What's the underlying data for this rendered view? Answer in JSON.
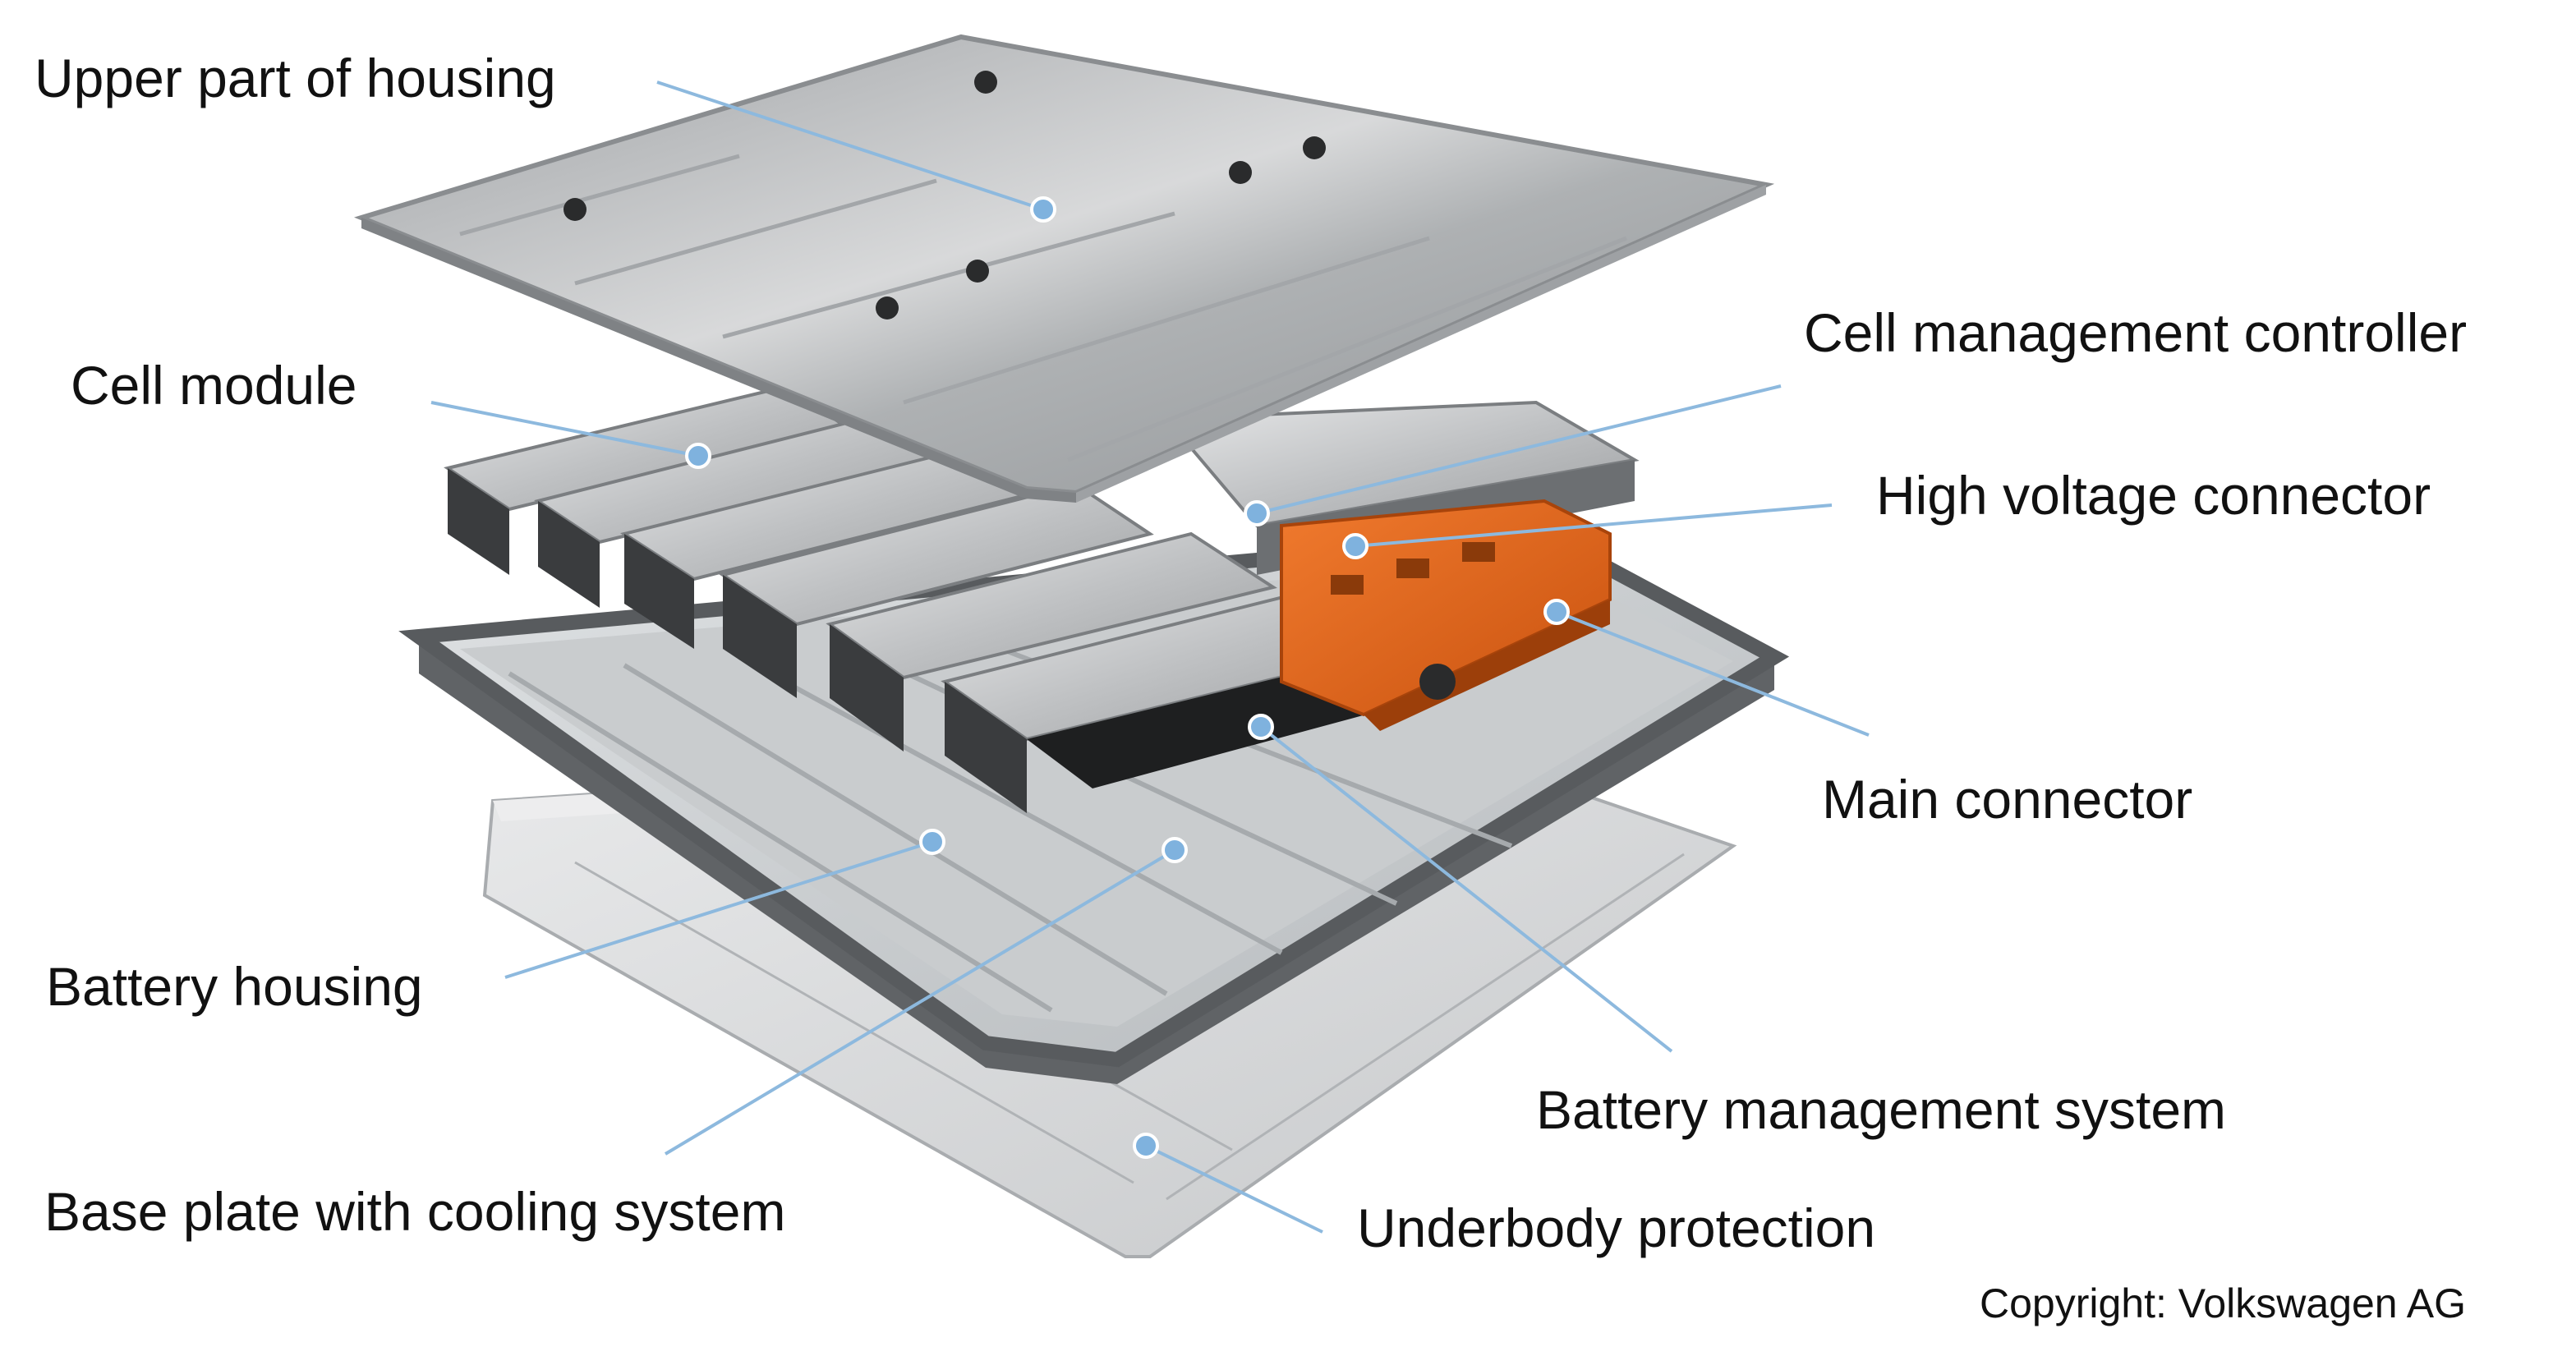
{
  "labels": {
    "upper_housing": "Upper part of housing",
    "cell_module": "Cell module",
    "cell_management_controller": "Cell management controller",
    "high_voltage_connector": "High voltage connector",
    "main_connector": "Main connector",
    "battery_housing": "Battery housing",
    "battery_management_system": "Battery management system",
    "base_plate": "Base plate with cooling system",
    "underbody_protection": "Underbody protection"
  },
  "copyright": "Copyright: Volkswagen AG",
  "colors": {
    "leader_line": "#8db9de",
    "marker_dot": "#7fb2de",
    "lid": "#b9bbbd",
    "module": "#c8cacc",
    "frame": "#6f7274",
    "bms_orange": "#e4621c",
    "underbody": "#d3d5d7"
  }
}
